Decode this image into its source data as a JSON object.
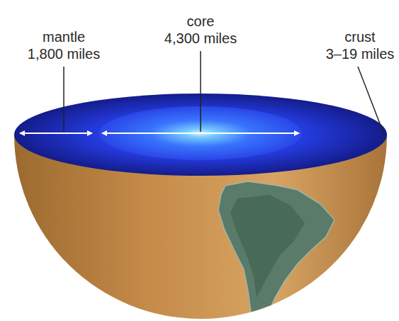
{
  "diagram": {
    "labels": [
      "mantle",
      "1,800 miles",
      "core",
      "4,300 miles",
      "crust",
      "3–19 miles"
    ]
  }
}
